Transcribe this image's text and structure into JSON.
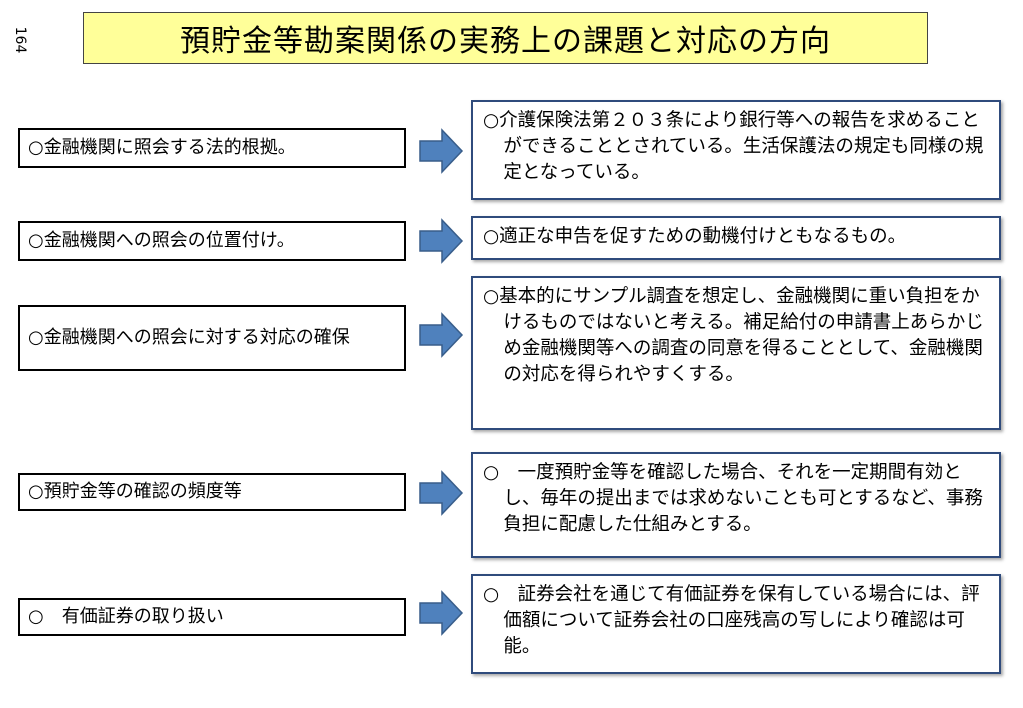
{
  "page_number": "164",
  "title": "預貯金等勘案関係の実務上の課題と対応の方向",
  "colors": {
    "title_background": "#ffff99",
    "arrow_fill": "#4f81bd",
    "right_border": "#2f4b7c"
  },
  "rows": [
    {
      "left": "○金融機関に照会する法的根拠。",
      "right": "○介護保険法第２０３条により銀行等への報告を求めることができることとされている。生活保護法の規定も同様の規定となっている。"
    },
    {
      "left": "○金融機関への照会の位置付け。",
      "right": "○適正な申告を促すための動機付けともなるもの。"
    },
    {
      "left": "○金融機関への照会に対する対応の確保",
      "right": "○基本的にサンプル調査を想定し、金融機関に重い負担をかけるものではないと考える。補足給付の申請書上あらかじめ金融機関等への調査の同意を得ることとして、金融機関の対応を得られやすくする。"
    },
    {
      "left": "○預貯金等の確認の頻度等",
      "right": "○　一度預貯金等を確認した場合、それを一定期間有効とし、毎年の提出までは求めないことも可とするなど、事務負担に配慮した仕組みとする。"
    },
    {
      "left": "○　有価証券の取り扱い",
      "right": "○　証券会社を通じて有価証券を保有している場合には、評価額について証券会社の口座残高の写しにより確認は可能。"
    }
  ]
}
